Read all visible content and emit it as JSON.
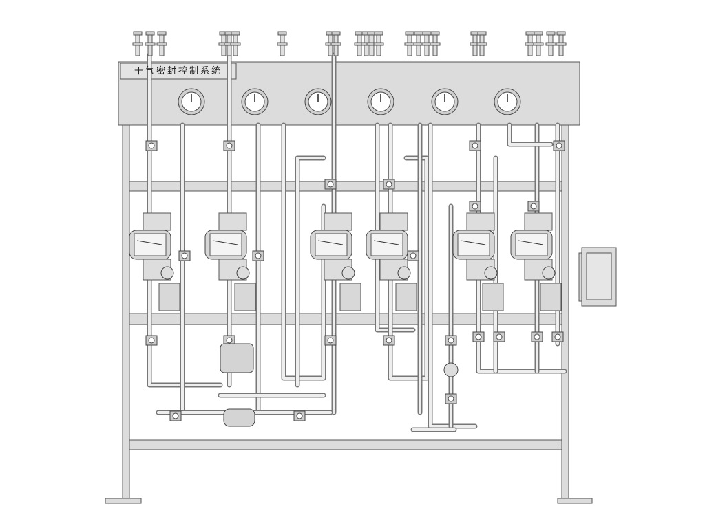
{
  "title": "干气密封控制系统",
  "colors": {
    "fill": "#d8d8d8",
    "stroke": "#555555",
    "background": "#ffffff"
  },
  "gauge_count": 6,
  "flowmeter_count": 6
}
